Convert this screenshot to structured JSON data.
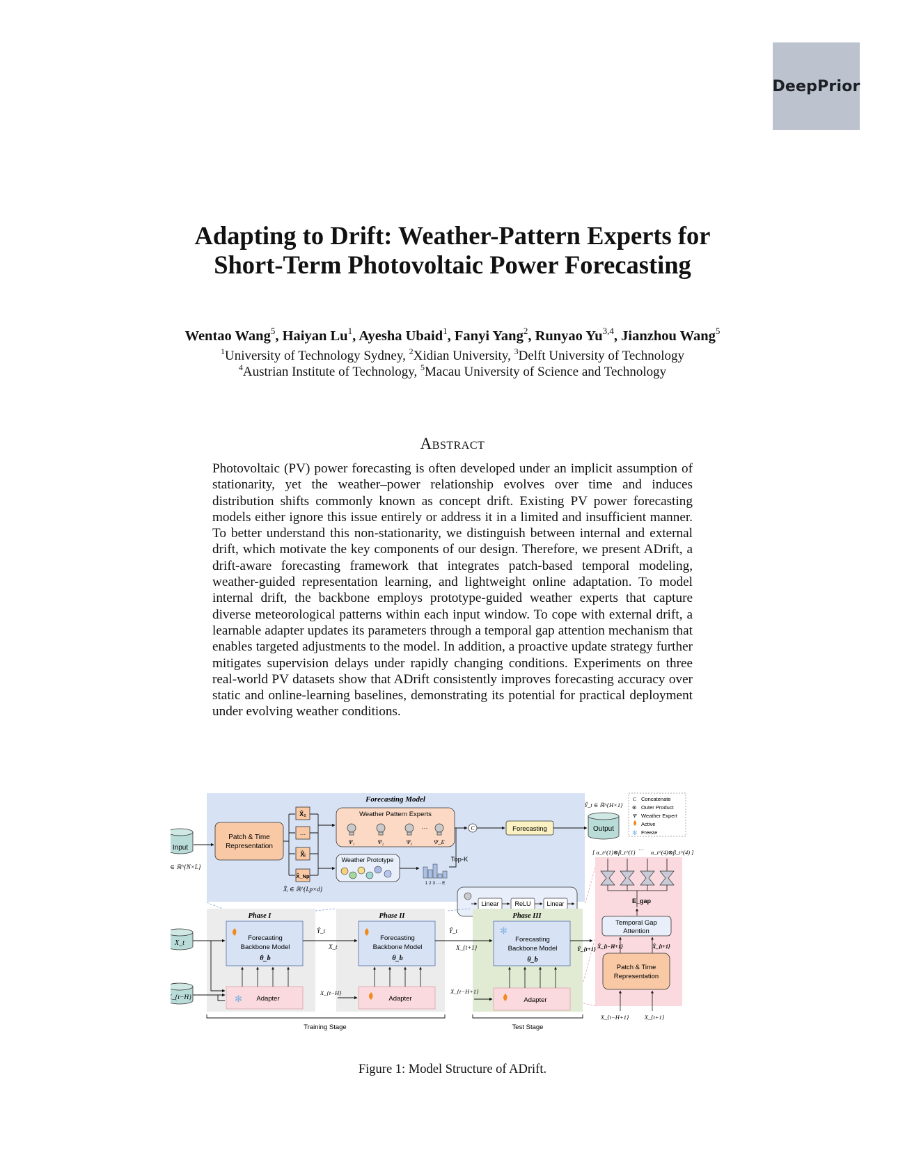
{
  "badge": "DeepPrior",
  "title": {
    "line1": "Adapting to Drift: Weather-Pattern Experts for",
    "line2": "Short-Term Photovoltaic Power Forecasting"
  },
  "authors": [
    {
      "name": "Wentao Wang",
      "sup": "5"
    },
    {
      "name": "Haiyan Lu",
      "sup": "1"
    },
    {
      "name": "Ayesha Ubaid",
      "sup": "1"
    },
    {
      "name": "Fanyi Yang",
      "sup": "2"
    },
    {
      "name": "Runyao Yu",
      "sup": "3,4"
    },
    {
      "name": "Jianzhou Wang",
      "sup": "5"
    }
  ],
  "affiliations": {
    "line1": [
      {
        "sup": "1",
        "name": "University of Technology Sydney"
      },
      {
        "sup": "2",
        "name": "Xidian University"
      },
      {
        "sup": "3",
        "name": "Delft University of Technology"
      }
    ],
    "line2": [
      {
        "sup": "4",
        "name": "Austrian Institute of Technology"
      },
      {
        "sup": "5",
        "name": "Macau University of Science and Technology"
      }
    ]
  },
  "abstract_heading": "Abstract",
  "abstract": "Photovoltaic (PV) power forecasting is often developed under an implicit assumption of stationarity, yet the weather–power relationship evolves over time and induces distribution shifts commonly known as concept drift. Existing PV power forecasting models either ignore this issue entirely or address it in a limited and insufficient manner. To better understand this non-stationarity, we distinguish between internal and external drift, which motivate the key components of our design. Therefore, we present ADrift, a drift-aware forecasting framework that integrates patch-based temporal modeling, weather-guided representation learning, and lightweight online adaptation. To model internal drift, the backbone employs prototype-guided weather experts that capture diverse meteorological patterns within each input window. To cope with external drift, a learnable adapter updates its parameters through a temporal gap attention mechanism that enables targeted adjustments to the model. In addition, a proactive update strategy further mitigates supervision delays under rapidly changing conditions. Experiments on three real-world PV datasets show that ADrift consistently improves forecasting accuracy over static and online-learning baselines, demonstrating its potential for practical deployment under evolving weather conditions.",
  "figure": {
    "forecasting_model": "Forecasting Model",
    "input": "Input",
    "input_dim": "X_t ∈ ℝ^{N×L}",
    "patch_time_1": "Patch & Time",
    "patch_time_2": "Representation",
    "patch_top": "X̂₁",
    "patch_mid": "…",
    "patch_i": "X̂ᵢ",
    "patch_last": "X̂_Np",
    "patch_dim": "X̂ᵢ ∈ ℝ^{Lp×d}",
    "wpe_title": "Weather Pattern Experts",
    "psi_labels": [
      "Ψ₁",
      "Ψ₂",
      "Ψ₃",
      "Ψ_E"
    ],
    "weather_prototype": "Weather Prototype",
    "topk": "Top-K",
    "bar_ticks": "1 2 3 ··· E",
    "concat": "C",
    "forecasting": "Forecasting",
    "output": "Output",
    "output_dim": "Ŷ_t ∈ ℝ^{H×1}",
    "linear1": "Linear",
    "relu": "ReLU",
    "linear2": "Linear",
    "legend": [
      "Concatenate",
      "Outer Product",
      "Weather Expert",
      "Active",
      "Freeze"
    ],
    "legend_symbols": [
      "C",
      "⊗",
      "Ψ",
      "",
      ""
    ],
    "alpha_left": "[ α_t^(1)⊗β_t^(1)",
    "alpha_dots": "···",
    "alpha_right": "α_t^(4)⊗β_t^(4) ]",
    "egap": "E_gap",
    "tga_1": "Temporal Gap",
    "tga_2": "Attention",
    "ptr_1": "Patch & Time",
    "ptr_2": "Representation",
    "phases": [
      "Phase I",
      "Phase II",
      "Phase III"
    ],
    "backbone_1": "Forecasting",
    "backbone_2": "Backbone Model",
    "theta": "θ_b",
    "adapter": "Adapter",
    "xt": "X_t",
    "xth": "X_{t−H}",
    "yt": "Ŷ_t",
    "xt1": "X_{t+1}",
    "xth1": "X_{t−H+1}",
    "yt1": "Ŷ_{t+1}",
    "xhat_th1": "X̂_{t−H+1}",
    "xhat_t1": "X̂_{t+1}",
    "training_stage": "Training Stage",
    "test_stage": "Test Stage"
  },
  "caption": "Figure 1: Model Structure of ADrift."
}
